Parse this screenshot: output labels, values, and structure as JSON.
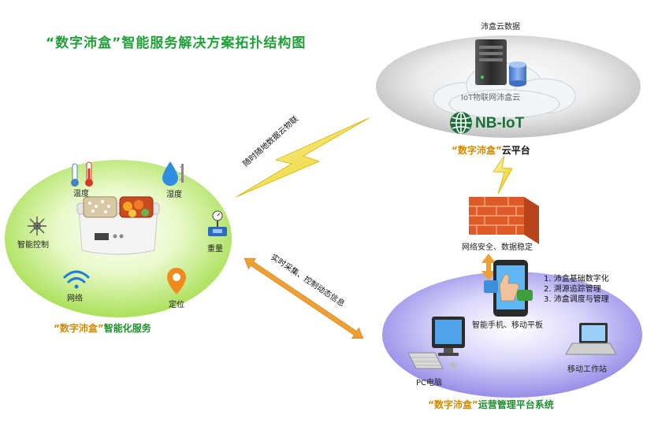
{
  "title": "“数字沛盒”智能服务解决方案拓扑结构图",
  "cloud": {
    "server_label": "沛盒云数据",
    "iot_label": "IoT物联网沛盒云",
    "nbiot_text": "NB-IoT",
    "caption_quoted": "“数字沛盒”",
    "caption_rest": "云平台"
  },
  "link_cloud": "随时随地数据云物联",
  "link_platform": "实时采集、控制动态信息",
  "device": {
    "temperature": "温度",
    "humidity": "湿度",
    "smart_control": "智能控制",
    "weight": "重量",
    "network": "网络",
    "location": "定位",
    "caption_quoted": "“数字沛盒”",
    "caption_rest": "智能化服务"
  },
  "firewall_label": "网络安全、数据稳定",
  "platform": {
    "phone_label": "智能手机、移动平板",
    "features": [
      "1. 沛盒基础数字化",
      "2. 溯源追踪管理",
      "3. 沛盒调度与管理"
    ],
    "pc_label": "PC电脑",
    "laptop_label": "移动工作站",
    "caption_quoted": "“数字沛盒”",
    "caption_rest": "运营管理平台系统"
  },
  "colors": {
    "title_green": "#21a038",
    "quote_orange": "#d28a00",
    "device_ellipse": "#a6e04a",
    "platform_ellipse": "#8f86e6",
    "cloud_ellipse": "#c9c9c9",
    "lightning": "#f2d600",
    "arrow": "#f0a033"
  }
}
